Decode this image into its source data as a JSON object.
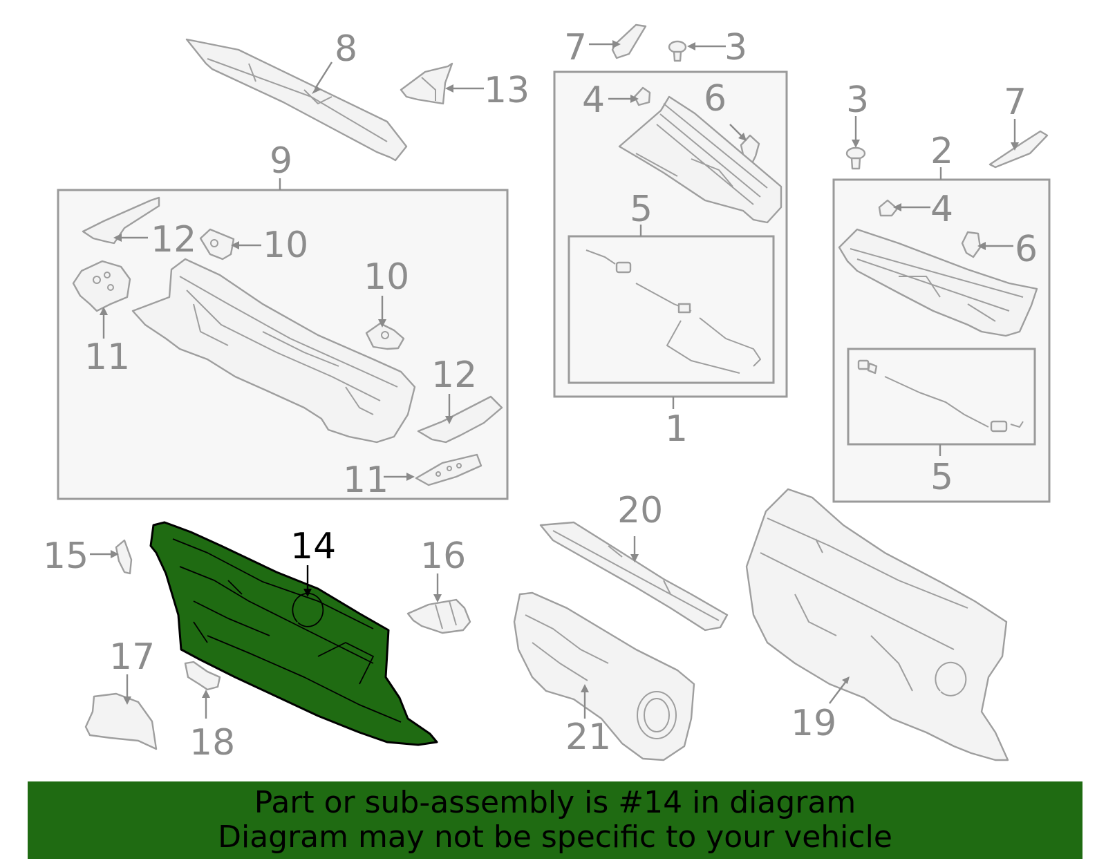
{
  "callouts": {
    "c1": "1",
    "c2": "2",
    "c3a": "3",
    "c3b": "3",
    "c4a": "4",
    "c4b": "4",
    "c5a": "5",
    "c5b": "5",
    "c6a": "6",
    "c6b": "6",
    "c7a": "7",
    "c7b": "7",
    "c8": "8",
    "c9": "9",
    "c10a": "10",
    "c10b": "10",
    "c11a": "11",
    "c11b": "11",
    "c12a": "12",
    "c12b": "12",
    "c13": "13",
    "c14": "14",
    "c15": "15",
    "c16": "16",
    "c17": "17",
    "c18": "18",
    "c19": "19",
    "c20": "20",
    "c21": "21"
  },
  "highlighted_part": "14",
  "colors": {
    "highlight": "#1f6b12",
    "line": "#9e9e9e",
    "banner": "#1f6b12"
  },
  "banner": {
    "line1": "Part or sub-assembly is #14 in diagram",
    "line2": "Diagram may not be specific to your vehicle"
  }
}
